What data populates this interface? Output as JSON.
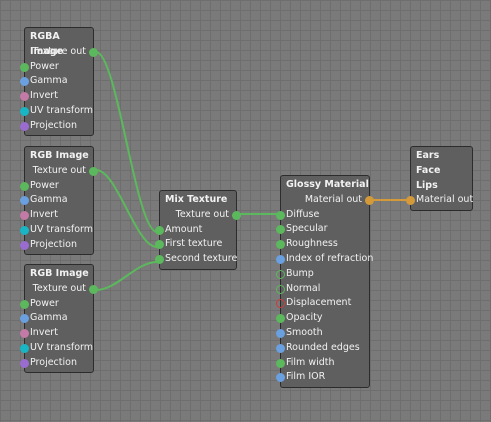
{
  "colors": {
    "texture": "#5cb85c",
    "float": "#6a9fe0",
    "pink": "#c47aa6",
    "teal": "#18b6c4",
    "purple": "#9a6cd0",
    "material": "#d49a3a",
    "displacement": "#d03a3a",
    "wire_texture": "#5cb85c",
    "wire_material": "#d49a3a"
  },
  "nodes": {
    "rgba1": {
      "title": "RGBA Image",
      "output": "Texture out",
      "inputs": [
        {
          "label": "Power",
          "socket": "texture"
        },
        {
          "label": "Gamma",
          "socket": "float"
        },
        {
          "label": "Invert",
          "socket": "pink"
        },
        {
          "label": "UV transform",
          "socket": "teal"
        },
        {
          "label": "Projection",
          "socket": "purple"
        }
      ]
    },
    "rgb1": {
      "title": "RGB Image",
      "output": "Texture out",
      "inputs": [
        {
          "label": "Power",
          "socket": "texture"
        },
        {
          "label": "Gamma",
          "socket": "float"
        },
        {
          "label": "Invert",
          "socket": "pink"
        },
        {
          "label": "UV transform",
          "socket": "teal"
        },
        {
          "label": "Projection",
          "socket": "purple"
        }
      ]
    },
    "rgb2": {
      "title": "RGB Image",
      "output": "Texture out",
      "inputs": [
        {
          "label": "Power",
          "socket": "texture"
        },
        {
          "label": "Gamma",
          "socket": "float"
        },
        {
          "label": "Invert",
          "socket": "pink"
        },
        {
          "label": "UV transform",
          "socket": "teal"
        },
        {
          "label": "Projection",
          "socket": "purple"
        }
      ]
    },
    "mix": {
      "title": "Mix Texture",
      "output": "Texture out",
      "inputs": [
        {
          "label": "Amount",
          "socket": "texture"
        },
        {
          "label": "First texture",
          "socket": "texture"
        },
        {
          "label": "Second texture",
          "socket": "texture"
        }
      ]
    },
    "glossy": {
      "title": "Glossy Material",
      "output": "Material out",
      "inputs": [
        {
          "label": "Diffuse",
          "socket": "texture"
        },
        {
          "label": "Specular",
          "socket": "texture"
        },
        {
          "label": "Roughness",
          "socket": "texture"
        },
        {
          "label": "Index of refraction",
          "socket": "float"
        },
        {
          "label": "Bump",
          "socket": "texture-hollow"
        },
        {
          "label": "Normal",
          "socket": "texture-hollow"
        },
        {
          "label": "Displacement",
          "socket": "displacement-hollow"
        },
        {
          "label": "Opacity",
          "socket": "texture"
        },
        {
          "label": "Smooth",
          "socket": "float"
        },
        {
          "label": "Rounded edges",
          "socket": "float"
        },
        {
          "label": "Film width",
          "socket": "texture"
        },
        {
          "label": "Film IOR",
          "socket": "float"
        }
      ]
    },
    "ears": {
      "lines": [
        "Ears",
        "Face",
        "Lips"
      ],
      "input": "Material out"
    }
  }
}
